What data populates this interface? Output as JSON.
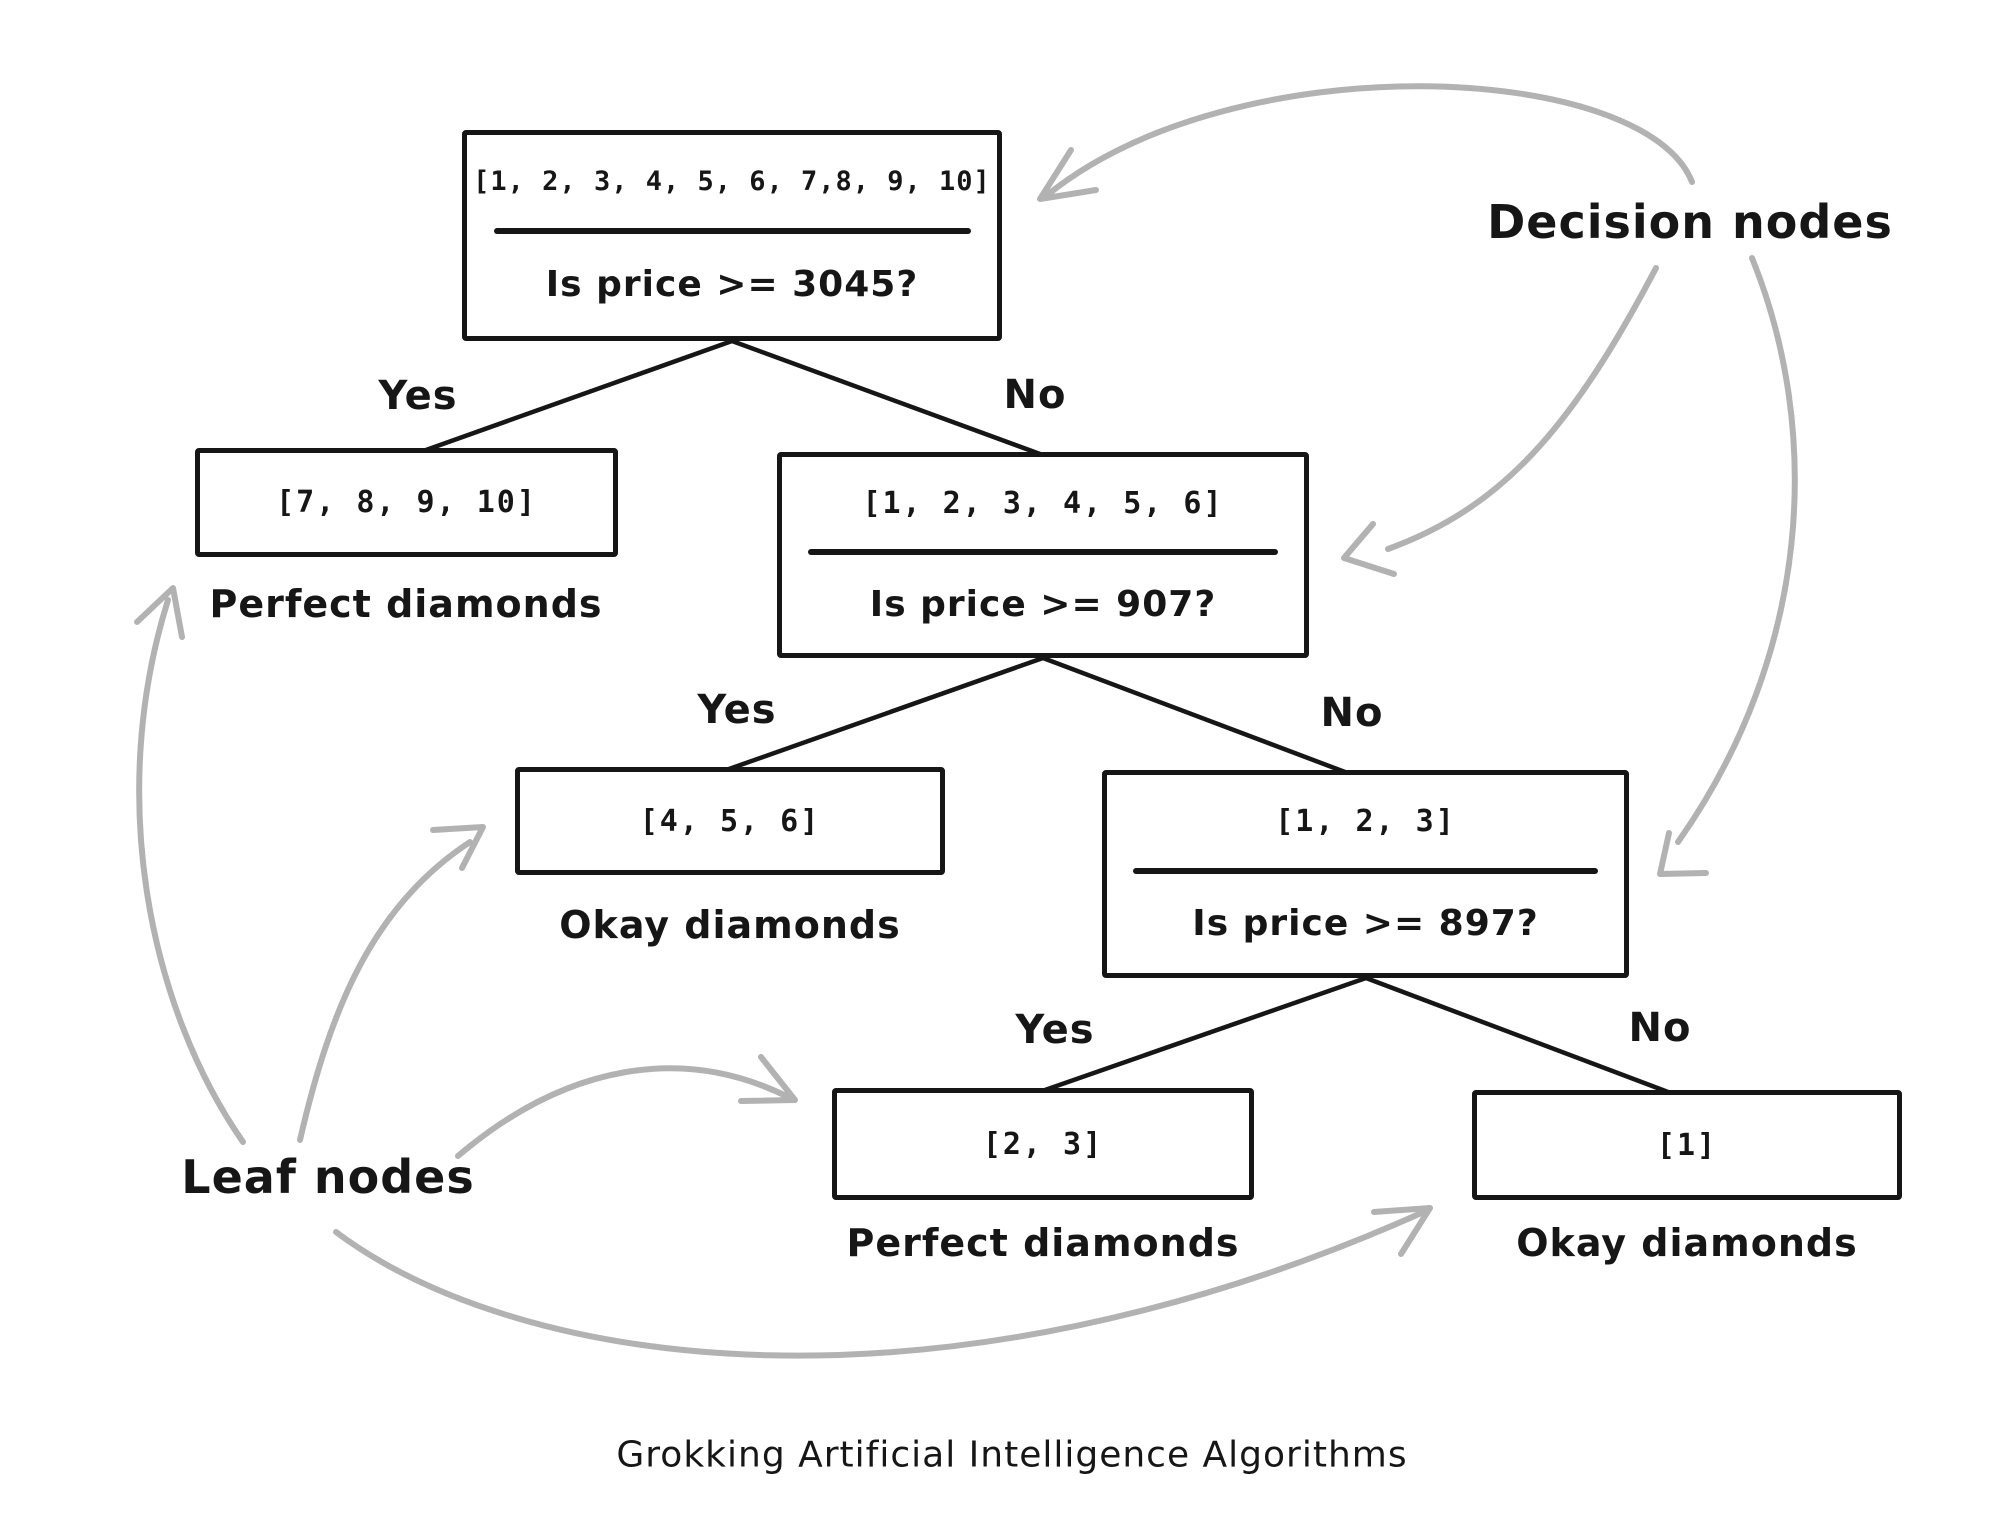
{
  "diagram": {
    "caption": "Grokking Artificial Intelligence Algorithms",
    "annotation_labels": {
      "decision_nodes": "Decision nodes",
      "leaf_nodes": "Leaf nodes"
    },
    "branch_labels": {
      "yes": "Yes",
      "no": "No"
    },
    "nodes": {
      "root": {
        "set": "[1, 2, 3, 4, 5, 6, 7,8, 9, 10]",
        "question": "Is price >= 3045?"
      },
      "perfect_leaf_1": {
        "set": "[7, 8, 9, 10]",
        "label": "Perfect diamonds"
      },
      "decision_2": {
        "set": "[1, 2, 3, 4, 5, 6]",
        "question": "Is price >= 907?"
      },
      "okay_leaf_1": {
        "set": "[4, 5, 6]",
        "label": "Okay diamonds"
      },
      "decision_3": {
        "set": "[1, 2, 3]",
        "question": "Is price >= 897?"
      },
      "perfect_leaf_2": {
        "set": "[2, 3]",
        "label": "Perfect diamonds"
      },
      "okay_leaf_2": {
        "set": "[1]",
        "label": "Okay diamonds"
      }
    },
    "colors": {
      "ink": "#161616",
      "annotation_arrow": "#b2b2b2",
      "background": "#ffffff"
    }
  }
}
